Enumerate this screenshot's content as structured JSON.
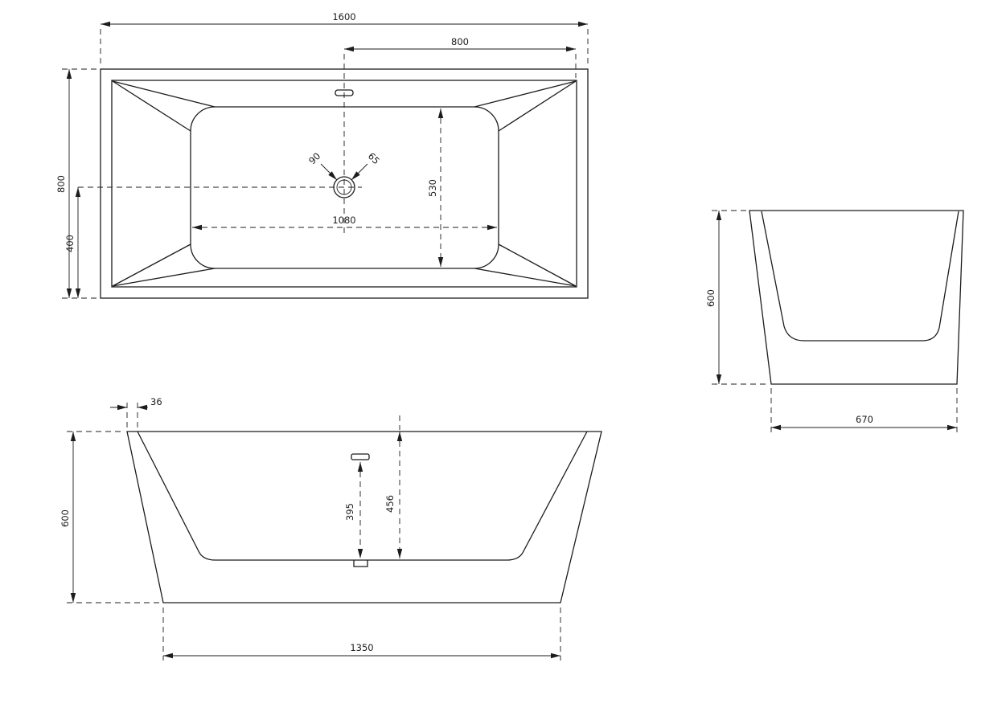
{
  "drawing": {
    "background": "#ffffff",
    "line_color": "#1c1c1c",
    "views": {
      "top": {
        "dims": {
          "overall_length": "1600",
          "end_to_center": "800",
          "overall_width": "800",
          "center_to_side": "400",
          "inner_length": "1080",
          "inner_width": "530",
          "drain_dim_a": "90",
          "drain_dim_b": "65"
        }
      },
      "front": {
        "dims": {
          "rim_thickness": "36",
          "height": "600",
          "overflow_depth": "395",
          "inner_depth": "456",
          "base_length": "1350"
        }
      },
      "side": {
        "dims": {
          "height": "600",
          "base_width": "670"
        }
      }
    }
  }
}
